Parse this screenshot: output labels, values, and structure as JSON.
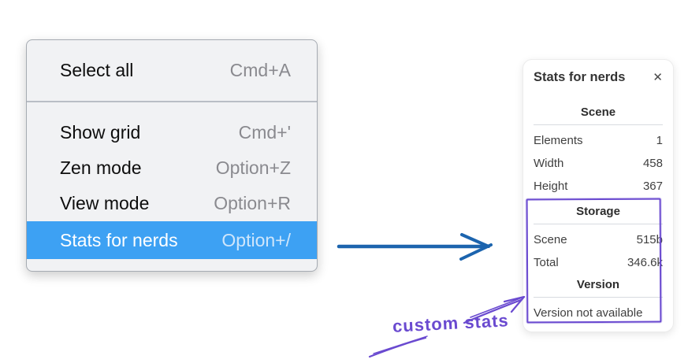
{
  "context_menu": {
    "group1": [
      {
        "label": "Select all",
        "shortcut": "Cmd+A"
      }
    ],
    "group2": [
      {
        "label": "Show grid",
        "shortcut": "Cmd+'"
      },
      {
        "label": "Zen mode",
        "shortcut": "Option+Z"
      },
      {
        "label": "View mode",
        "shortcut": "Option+R"
      },
      {
        "label": "Stats for nerds",
        "shortcut": "Option+/"
      }
    ],
    "highlighted_item": "Stats for nerds",
    "colors": {
      "background": "#f1f2f4",
      "border": "#a6abb2",
      "separator": "#b9bec5",
      "highlight": "#3da1f3",
      "text": "#0d0d0d",
      "shortcut_text": "#8a8a8f"
    }
  },
  "stats_panel": {
    "title": "Stats for nerds",
    "close_icon": "✕",
    "scene_section": {
      "heading": "Scene",
      "rows": [
        {
          "label": "Elements",
          "value": "1"
        },
        {
          "label": "Width",
          "value": "458"
        },
        {
          "label": "Height",
          "value": "367"
        }
      ]
    },
    "storage_section": {
      "heading": "Storage",
      "rows": [
        {
          "label": "Scene",
          "value": "515b"
        },
        {
          "label": "Total",
          "value": "346.6k"
        }
      ]
    },
    "version_section": {
      "heading": "Version",
      "note": "Version not available"
    }
  },
  "annotation": {
    "label": "custom stats",
    "color": "#6a4ad0"
  },
  "flow_arrow": {
    "color": "#1c64ae"
  }
}
